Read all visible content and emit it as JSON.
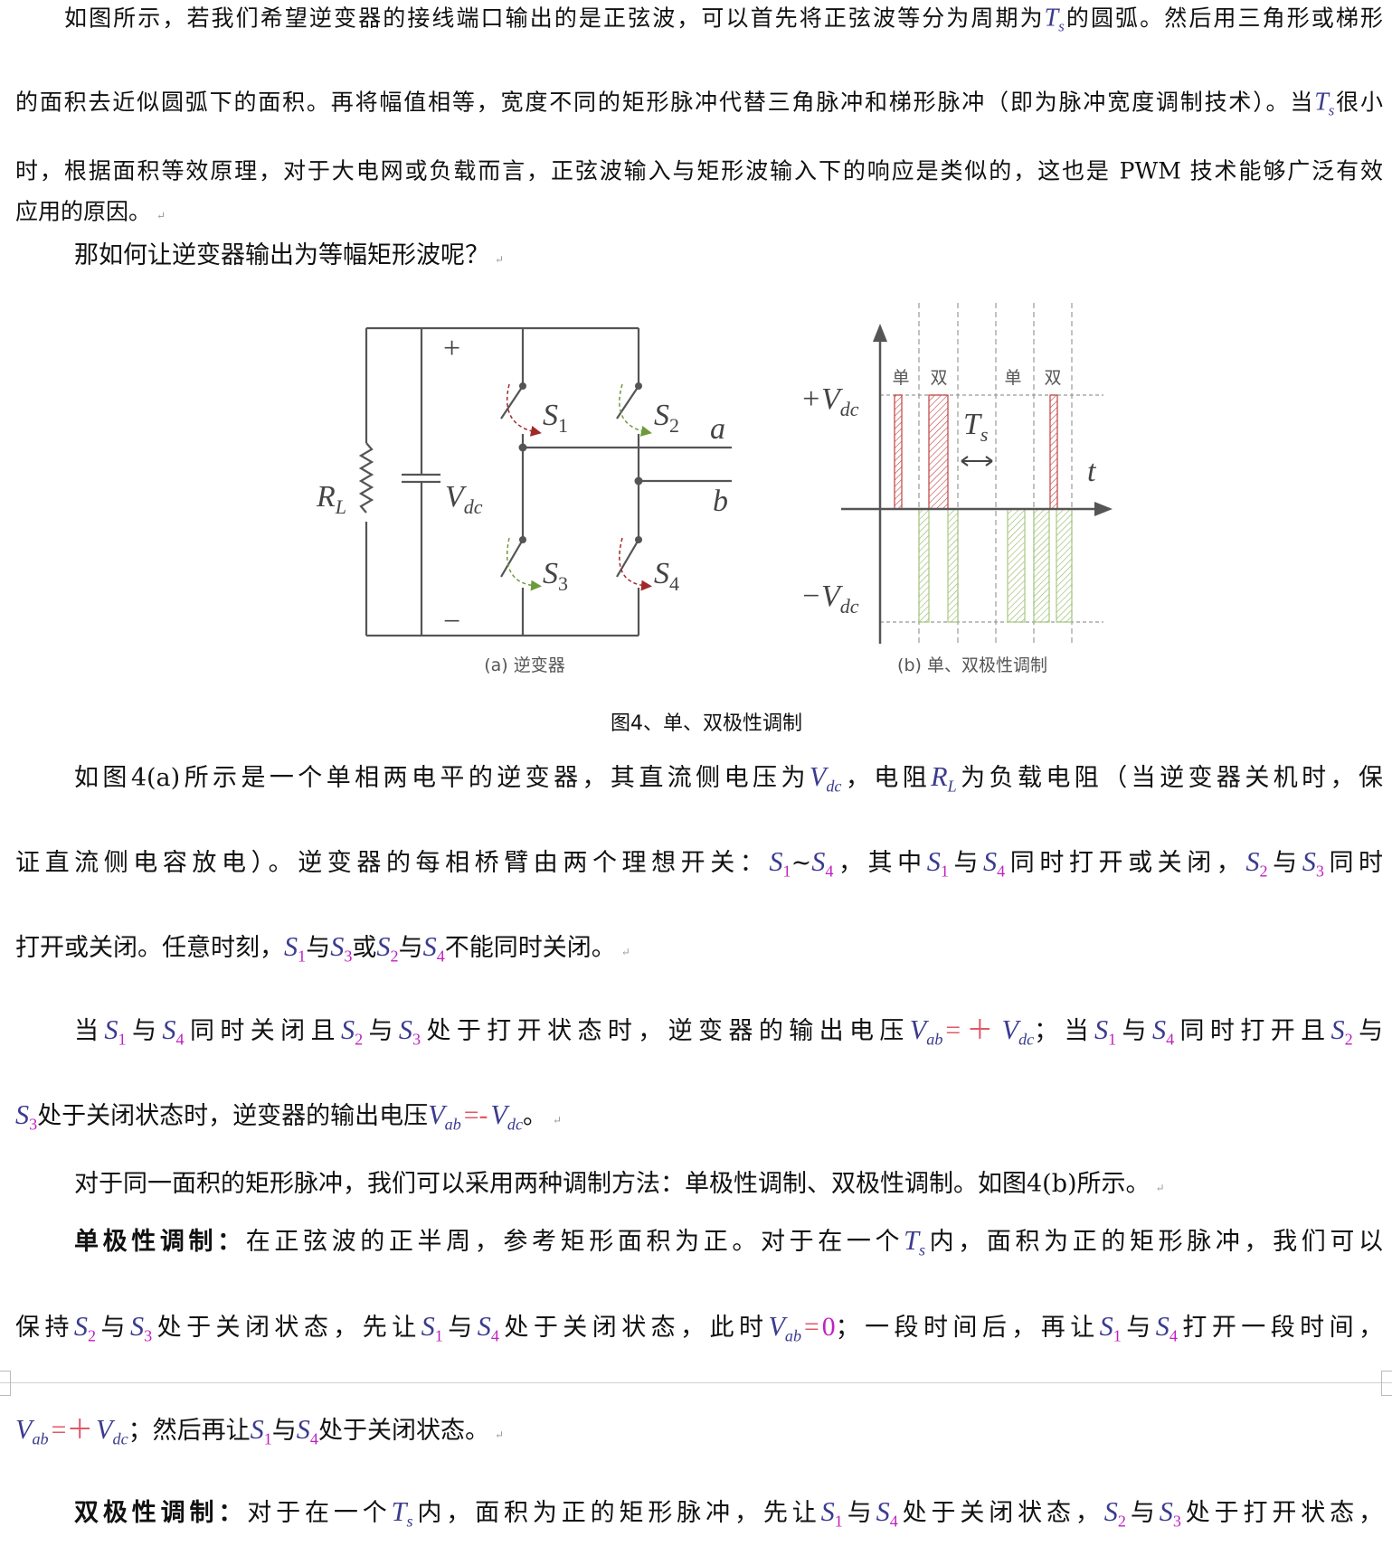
{
  "lines": [
    {
      "segs": [
        {
          "t": "如图所示，若我们希望逆变器的接线端口输出的是正弦波，可以首先将正弦波等分为周期为"
        },
        {
          "v": "T",
          "s": "s",
          "sc": "l"
        },
        {
          "t": "的圆弧。然后用三角形或梯形"
        }
      ]
    },
    {
      "segs": [
        {
          "t": "的面积去近似圆弧下的面积。再将幅值相等，宽度不同的矩形脉冲代替三角脉冲和梯形脉冲（即为脉冲宽度调制技术）。当"
        },
        {
          "v": "T",
          "s": "s",
          "sc": "l"
        },
        {
          "t": "很小"
        }
      ]
    },
    {
      "segs": [
        {
          "t": "时，根据面积等效原理，对于大电网或负载而言，正弦波输入与矩形波输入下的响应是类似的，这也是 PWM 技术能够广泛有效"
        }
      ]
    },
    {
      "segs": [
        {
          "t": "应用的原因。"
        }
      ]
    },
    {
      "segs": [
        {
          "t": "那如何让逆变器输出为等幅矩形波呢？"
        }
      ]
    },
    {
      "segs": [
        {
          "t": "如图4(a)所示是一个单相两电平的逆变器，其直流侧电压为"
        },
        {
          "v": "V",
          "s": "dc",
          "sc": "l"
        },
        {
          "t": "，电阻"
        },
        {
          "v": "R",
          "s": "L",
          "sc": "l"
        },
        {
          "t": "为负载电阻（当逆变器关机时，保"
        }
      ]
    },
    {
      "segs": [
        {
          "t": "证直流侧电容放电）。逆变器的每相桥臂由两个理想开关："
        },
        {
          "v": "S",
          "s": "1",
          "sc": "n"
        },
        {
          "t": "~"
        },
        {
          "v": "S",
          "s": "4",
          "sc": "n"
        },
        {
          "t": "，其中"
        },
        {
          "v": "S",
          "s": "1",
          "sc": "n"
        },
        {
          "t": "与"
        },
        {
          "v": "S",
          "s": "4",
          "sc": "n"
        },
        {
          "t": "同时打开或关闭，"
        },
        {
          "v": "S",
          "s": "2",
          "sc": "n"
        },
        {
          "t": "与"
        },
        {
          "v": "S",
          "s": "3",
          "sc": "n"
        },
        {
          "t": "同时"
        }
      ]
    },
    {
      "segs": [
        {
          "t": "打开或关闭。任意时刻，"
        },
        {
          "v": "S",
          "s": "1",
          "sc": "n"
        },
        {
          "t": "与"
        },
        {
          "v": "S",
          "s": "3",
          "sc": "n"
        },
        {
          "t": "或"
        },
        {
          "v": "S",
          "s": "2",
          "sc": "n"
        },
        {
          "t": "与"
        },
        {
          "v": "S",
          "s": "4",
          "sc": "n"
        },
        {
          "t": "不能同时关闭。"
        }
      ]
    },
    {
      "segs": [
        {
          "t": "当"
        },
        {
          "v": "S",
          "s": "1",
          "sc": "n"
        },
        {
          "t": "与"
        },
        {
          "v": "S",
          "s": "4",
          "sc": "n"
        },
        {
          "t": "同时关闭且"
        },
        {
          "v": "S",
          "s": "2",
          "sc": "n"
        },
        {
          "t": "与"
        },
        {
          "v": "S",
          "s": "3",
          "sc": "n"
        },
        {
          "t": "处于打开状态时，逆变器的输出电压"
        },
        {
          "v": "V",
          "s": "ab",
          "sc": "l"
        },
        {
          "o": "=＋"
        },
        {
          "v": "V",
          "s": "dc",
          "sc": "l"
        },
        {
          "t": "；当"
        },
        {
          "v": "S",
          "s": "1",
          "sc": "n"
        },
        {
          "t": "与"
        },
        {
          "v": "S",
          "s": "4",
          "sc": "n"
        },
        {
          "t": "同时打开且"
        },
        {
          "v": "S",
          "s": "2",
          "sc": "n"
        },
        {
          "t": "与"
        }
      ]
    },
    {
      "segs": [
        {
          "v": "S",
          "s": "3",
          "sc": "n"
        },
        {
          "t": "处于关闭状态时，逆变器的输出电压"
        },
        {
          "v": "V",
          "s": "ab",
          "sc": "l"
        },
        {
          "o": "=-"
        },
        {
          "v": "V",
          "s": "dc",
          "sc": "l"
        },
        {
          "t": "。"
        }
      ]
    },
    {
      "segs": [
        {
          "t": "对于同一面积的矩形脉冲，我们可以采用两种调制方法：单极性调制、双极性调制。如图4(b)所示。"
        }
      ]
    },
    {
      "segs": [
        {
          "b": "单极性调制："
        },
        {
          "t": "在正弦波的正半周，参考矩形面积为正。对于在一个"
        },
        {
          "v": "T",
          "s": "s",
          "sc": "l"
        },
        {
          "t": "内，面积为正的矩形脉冲，我们可以"
        }
      ]
    },
    {
      "segs": [
        {
          "t": "保持"
        },
        {
          "v": "S",
          "s": "2",
          "sc": "n"
        },
        {
          "t": "与"
        },
        {
          "v": "S",
          "s": "3",
          "sc": "n"
        },
        {
          "t": "处于关闭状态，先让"
        },
        {
          "v": "S",
          "s": "1",
          "sc": "n"
        },
        {
          "t": "与"
        },
        {
          "v": "S",
          "s": "4",
          "sc": "n"
        },
        {
          "t": "处于关闭状态，此时"
        },
        {
          "v": "V",
          "s": "ab",
          "sc": "l"
        },
        {
          "o": "="
        },
        {
          "n": "0"
        },
        {
          "t": "；一段时间后，再让"
        },
        {
          "v": "S",
          "s": "1",
          "sc": "n"
        },
        {
          "t": "与"
        },
        {
          "v": "S",
          "s": "4",
          "sc": "n"
        },
        {
          "t": "打开一段时间，"
        }
      ]
    },
    {
      "segs": [
        {
          "v": "V",
          "s": "ab",
          "sc": "l"
        },
        {
          "o": "=＋"
        },
        {
          "v": "V",
          "s": "dc",
          "sc": "l"
        },
        {
          "t": "；然后再让"
        },
        {
          "v": "S",
          "s": "1",
          "sc": "n"
        },
        {
          "t": "与"
        },
        {
          "v": "S",
          "s": "4",
          "sc": "n"
        },
        {
          "t": "处于关闭状态。"
        }
      ]
    },
    {
      "segs": [
        {
          "b": "双极性调制："
        },
        {
          "t": "对于在一个"
        },
        {
          "v": "T",
          "s": "s",
          "sc": "l"
        },
        {
          "t": "内，面积为正的矩形脉冲，先让"
        },
        {
          "v": "S",
          "s": "1",
          "sc": "n"
        },
        {
          "t": "与"
        },
        {
          "v": "S",
          "s": "4",
          "sc": "n"
        },
        {
          "t": "处于关闭状态，"
        },
        {
          "v": "S",
          "s": "2",
          "sc": "n"
        },
        {
          "t": "与"
        },
        {
          "v": "S",
          "s": "3",
          "sc": "n"
        },
        {
          "t": "处于打开状态，"
        }
      ]
    }
  ],
  "figure": {
    "caption": "图4、单、双极性调制",
    "a": {
      "caption": "(a) 逆变器",
      "plus": "+",
      "minus": "−",
      "RL": "R",
      "RL_sub": "L",
      "Vdc": "V",
      "Vdc_sub": "dc",
      "S1": "1",
      "S2": "2",
      "S3": "3",
      "S4": "4",
      "S": "S",
      "a": "a",
      "b": "b"
    },
    "b": {
      "caption": "(b) 单、双极性调制",
      "pos": "+V",
      "neg": "−V",
      "sub": "dc",
      "Ts": "T",
      "Ts_sub": "s",
      "t": "t",
      "labels": [
        "单",
        "双",
        "单",
        "双"
      ]
    },
    "colors": {
      "positive": "#b03a3a",
      "negative": "#8db55e",
      "line": "#555555"
    }
  }
}
